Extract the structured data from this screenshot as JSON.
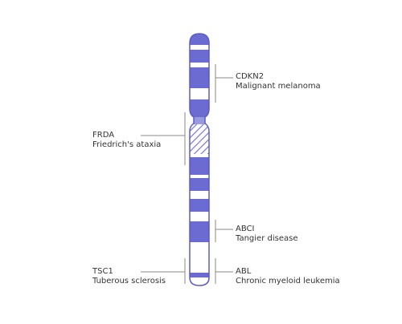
{
  "colors": {
    "band": "#6b6bd1",
    "outline": "#5b5bc9",
    "centromere": "#9999e0",
    "hatch_stroke": "#6b6bd1",
    "leader": "#8a8a8a",
    "text": "#333333",
    "background": "#ffffff"
  },
  "annotations": [
    {
      "id": "cdkn2",
      "gene": "CDKN2",
      "disease": "Malignant melanoma"
    },
    {
      "id": "frda",
      "gene": "FRDA",
      "disease": "Friedrich's ataxia"
    },
    {
      "id": "abci",
      "gene": "ABCI",
      "disease": "Tangier disease"
    },
    {
      "id": "tsc1",
      "gene": "TSC1",
      "disease": "Tuberous sclerosis"
    },
    {
      "id": "abl",
      "gene": "ABL",
      "disease": "Chronic myeloid leukemia"
    }
  ]
}
